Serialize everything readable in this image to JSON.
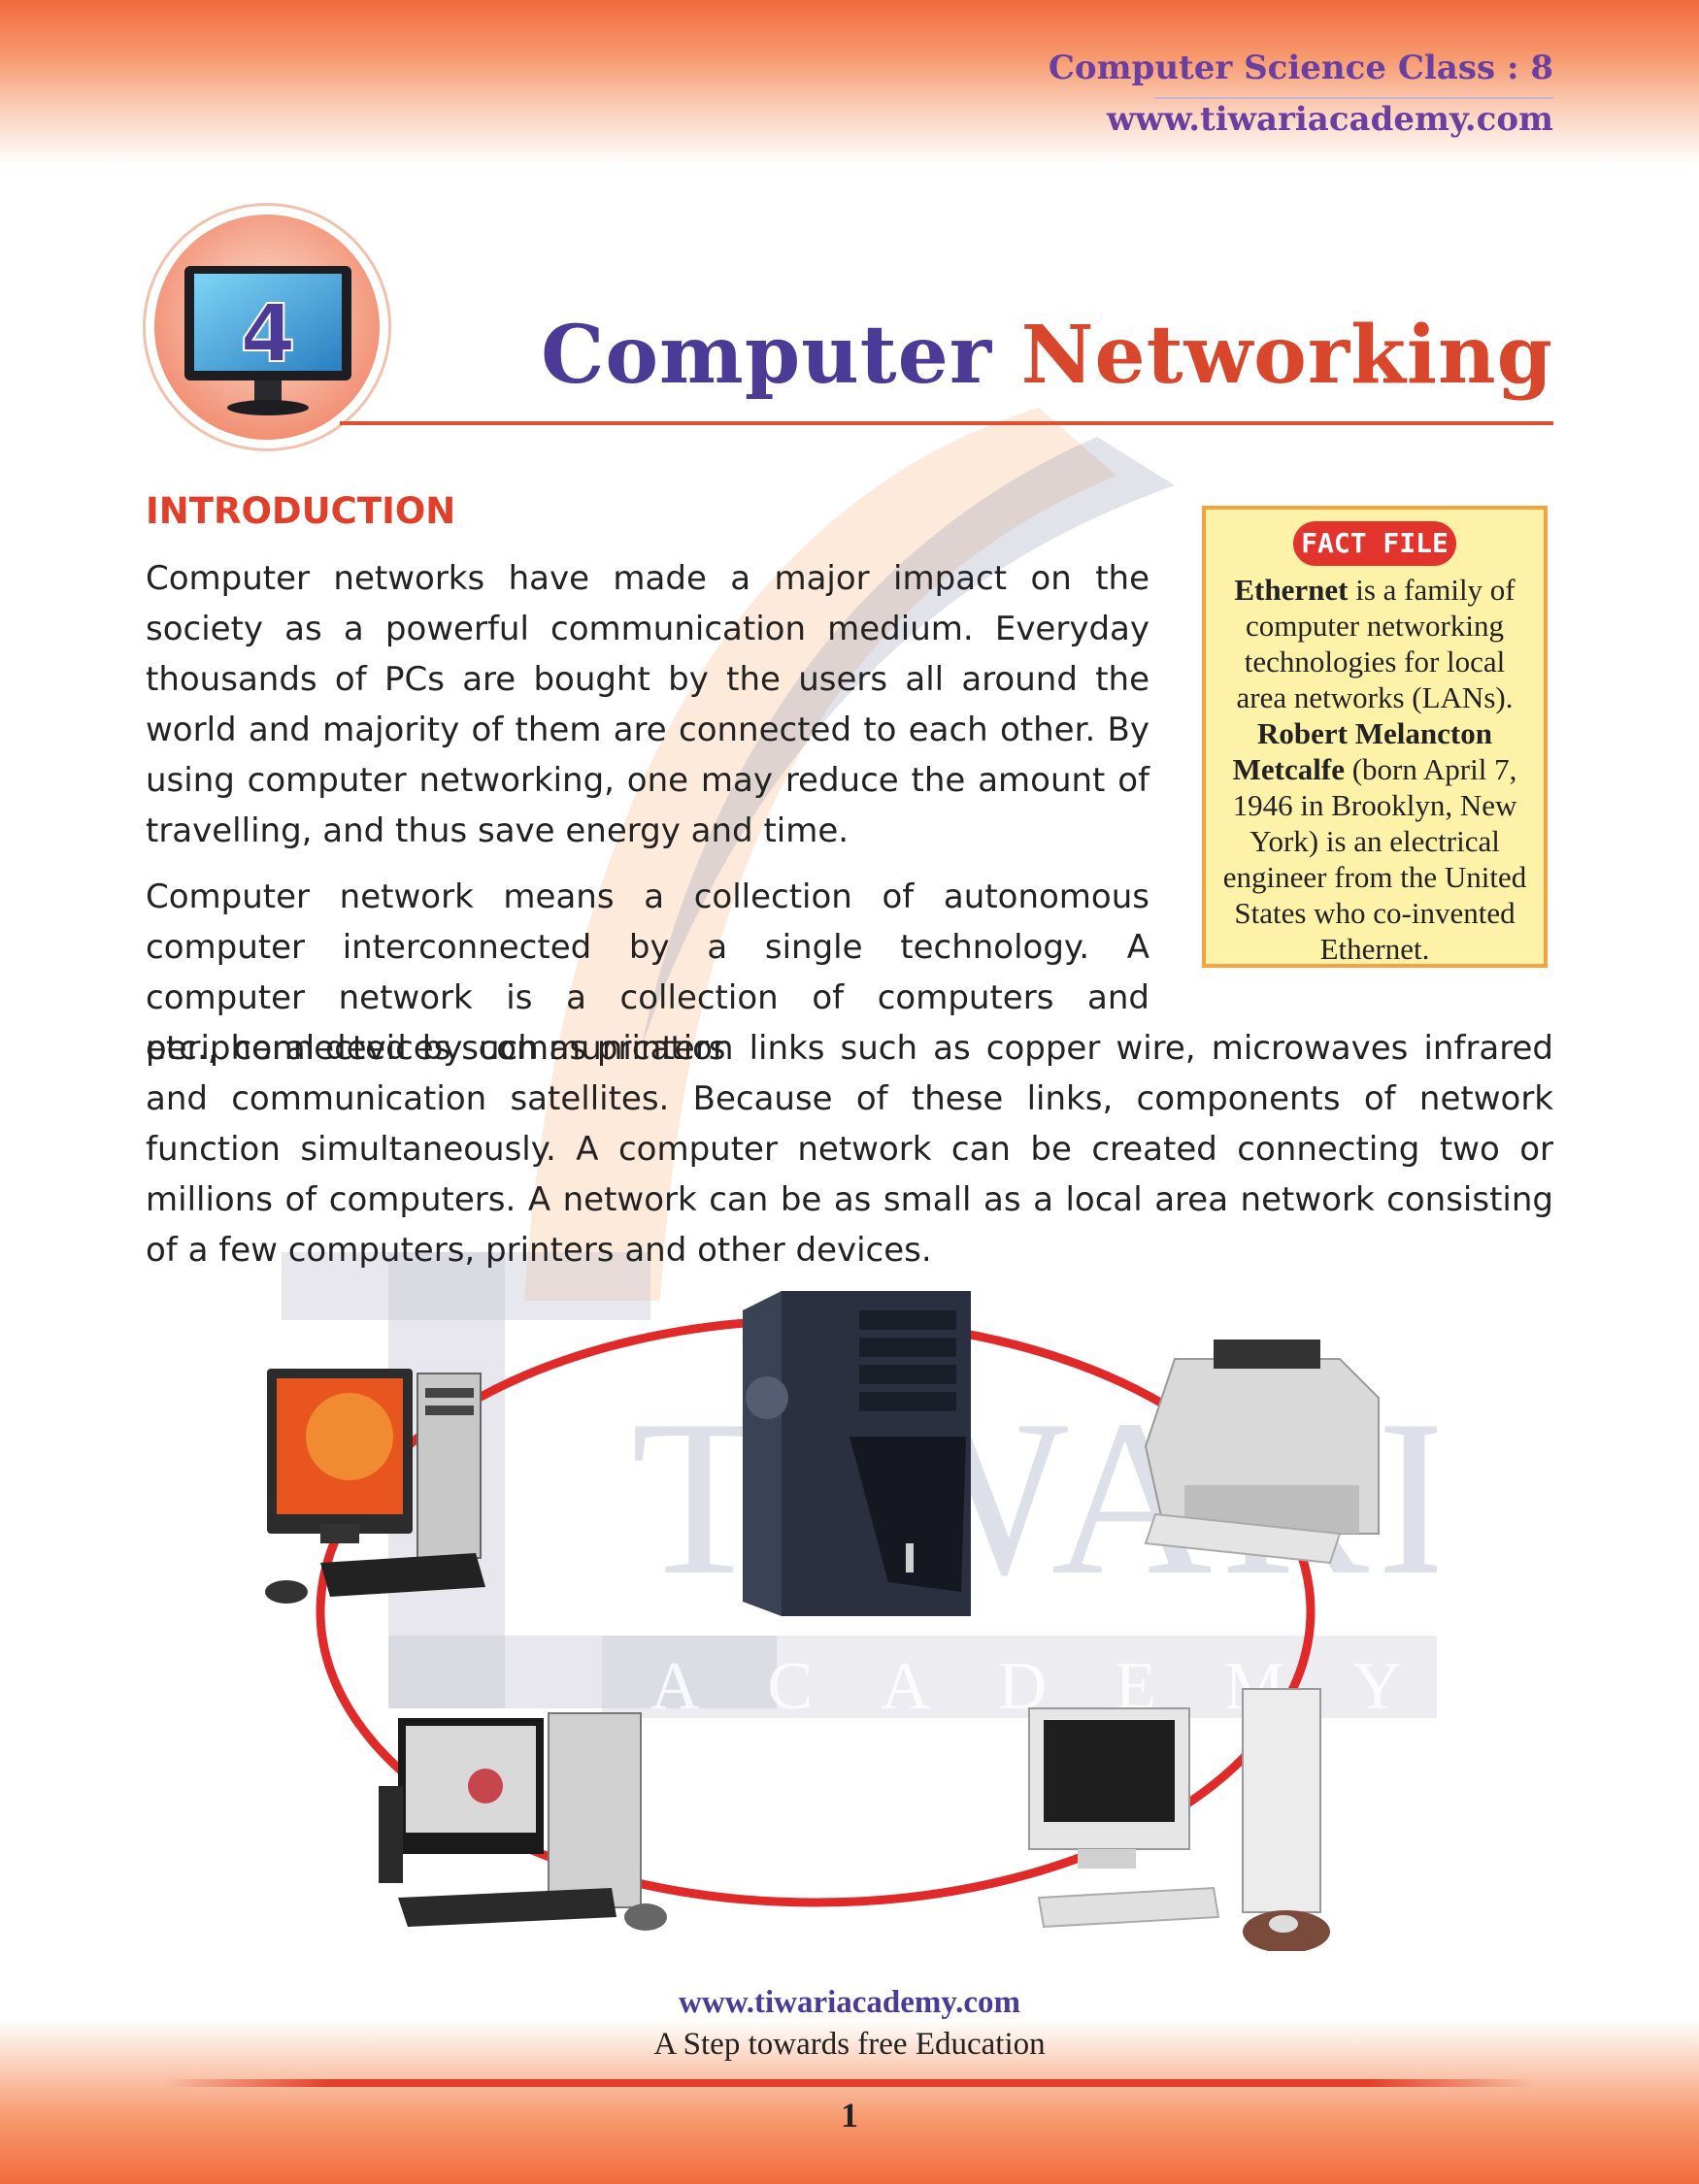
{
  "header": {
    "class_line": "Computer Science Class : 8",
    "website": "www.tiwariacademy.com"
  },
  "chapter": {
    "number": "4",
    "title_word1": "Computer",
    "title_word2": "Networking"
  },
  "watermark": {
    "word1": "TIWARI",
    "word2": "ACADEMY"
  },
  "introduction": {
    "heading": "INTRODUCTION",
    "para1": "Computer networks have made a major impact on the society as a powerful communication medium. Everyday thousands of PCs are bought by the users all around the world and majority of them are connected to each other. By using computer networking, one may reduce the amount of travelling, and thus save energy and time.",
    "para2_narrow": "Computer network means a collection of autonomous computer interconnected by a single technology. A computer network is a collection of computers and peripheral devices such as printers",
    "para2_wide": "etc., connected by communication links such as copper wire, microwaves infrared and communication satellites. Because of these links, components of network function simultaneously. A computer network can be created connecting two or millions of computers. A network can be as small as a local area network consisting of a few computers, printers and other devices."
  },
  "fact_file": {
    "label": "FACT FILE",
    "term1": "Ethernet",
    "text1": " is a family of computer networking technologies for local area networks (LANs).",
    "term2": "Robert Melancton Metcalfe",
    "text2": " (born April 7, 1946 in Brooklyn, New York) is an electrical engineer from the United States who co-invented Ethernet."
  },
  "footer": {
    "website": "www.tiwariacademy.com",
    "tagline": "A Step towards free Education",
    "page_number": "1"
  },
  "colors": {
    "accent_orange": "#f26a3d",
    "title_purple": "#4b3a96",
    "title_red": "#d8462c",
    "ring_red": "#e02a2a",
    "fact_bg": "#fdf2a8"
  }
}
